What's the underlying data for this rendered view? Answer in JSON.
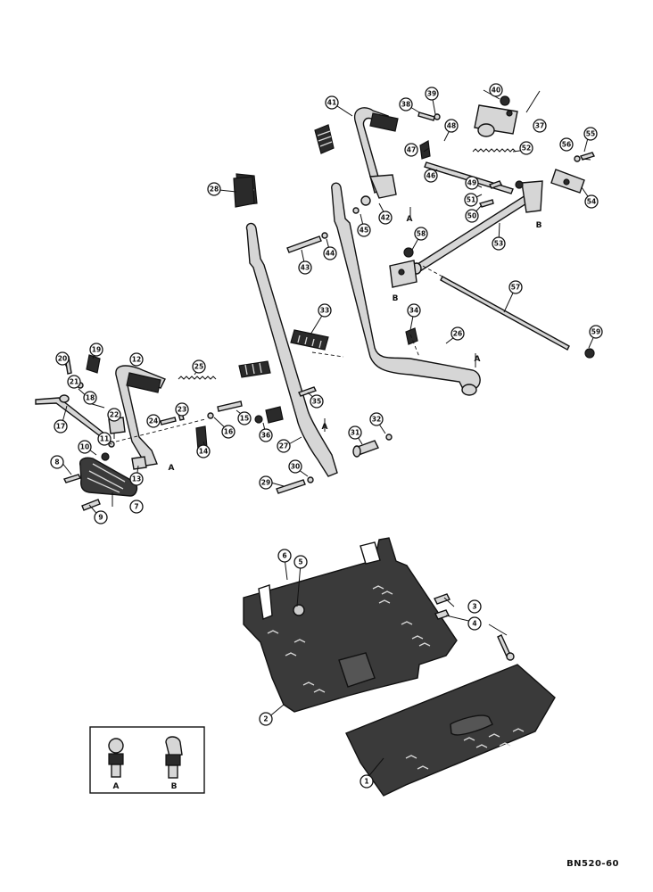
{
  "drawing_number": "BN520-60",
  "callouts": [
    "1",
    "2",
    "3",
    "4",
    "5",
    "6",
    "7",
    "8",
    "9",
    "10",
    "11",
    "12",
    "13",
    "14",
    "15",
    "16",
    "17",
    "18",
    "19",
    "20",
    "21",
    "22",
    "23",
    "24",
    "25",
    "26",
    "27",
    "28",
    "29",
    "30",
    "31",
    "32",
    "33",
    "34",
    "35",
    "36",
    "37",
    "38",
    "39",
    "40",
    "41",
    "42",
    "43",
    "44",
    "45",
    "46",
    "47",
    "48",
    "49",
    "50",
    "51",
    "52",
    "53",
    "54",
    "55",
    "56",
    "57",
    "58",
    "59"
  ],
  "inset_labels": [
    "A",
    "B"
  ],
  "view_markers": {
    "a": "A",
    "b": "B"
  }
}
